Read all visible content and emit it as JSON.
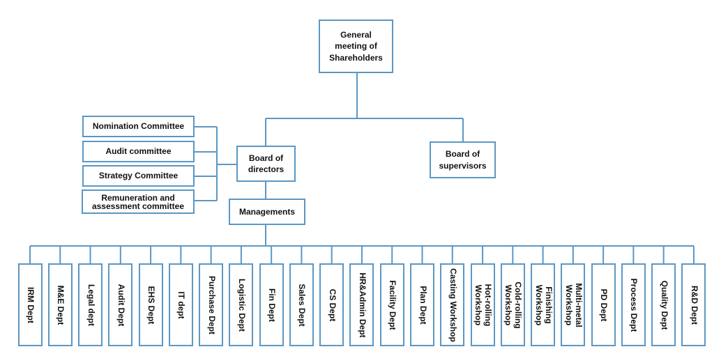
{
  "top": {
    "label": "General meeting of Shareholders"
  },
  "board_directors": {
    "label": "Board of directors"
  },
  "board_supervisors": {
    "label": "Board of supervisors"
  },
  "managements": {
    "label": "Managements"
  },
  "committees": [
    {
      "label": "Nomination Committee"
    },
    {
      "label": "Audit committee"
    },
    {
      "label": "Strategy Committee"
    },
    {
      "label": "Remuneration and assessment committee"
    }
  ],
  "departments": [
    {
      "label": "IRM Dept"
    },
    {
      "label": "M&E Dept"
    },
    {
      "label": "Legal dept"
    },
    {
      "label": "Audit Dept"
    },
    {
      "label": "EHS Dept"
    },
    {
      "label": "IT dept"
    },
    {
      "label": "Purchase Dept"
    },
    {
      "label": "Logistic Dept"
    },
    {
      "label": "Fin Dept"
    },
    {
      "label": "Sales Dept"
    },
    {
      "label": "CS Dept"
    },
    {
      "label": "HR&Admin Dept"
    },
    {
      "label": "Facility Dept"
    },
    {
      "label": "Plan Dept"
    },
    {
      "label": "Casting Workshop"
    },
    {
      "label": "Hot-rolling Workshop"
    },
    {
      "label": "Cold-rolling Workshop"
    },
    {
      "label": "Finishing Workshop"
    },
    {
      "label": "Multi-metal Workshop"
    },
    {
      "label": "PD Dept"
    },
    {
      "label": "Process Dept"
    },
    {
      "label": "Quality Dept"
    },
    {
      "label": "R&D Dept"
    }
  ],
  "colors": {
    "line": "#5b97c4",
    "border": "#5b97c4"
  }
}
